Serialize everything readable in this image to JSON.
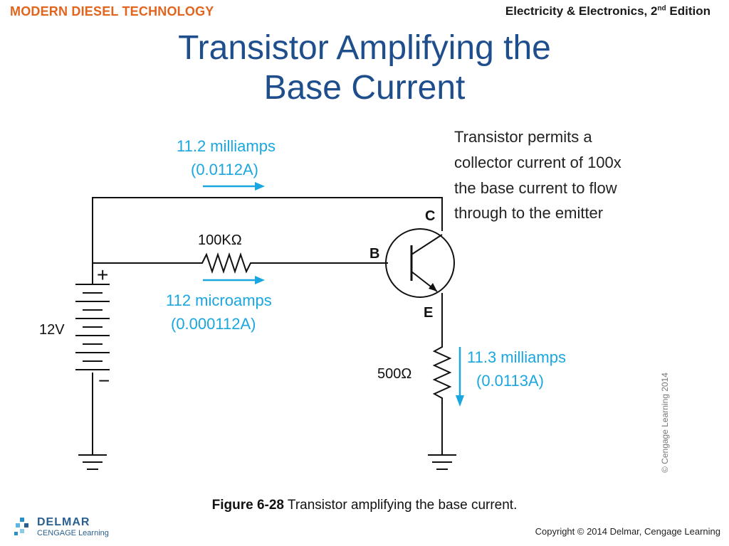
{
  "header": {
    "left": "MODERN DIESEL TECHNOLOGY",
    "right_prefix": "Electricity & Electronics, 2",
    "right_sup": "nd",
    "right_suffix": " Edition"
  },
  "title": {
    "line1": "Transistor Amplifying the",
    "line2": "Base Current"
  },
  "diagram": {
    "collector_current": {
      "label": "11.2 milliamps",
      "value": "(0.0112A)"
    },
    "base_current": {
      "label": "112 microamps",
      "value": "(0.000112A)"
    },
    "emitter_current": {
      "label": "11.3 milliamps",
      "value": "(0.0113A)"
    },
    "base_resistor": "100KΩ",
    "emitter_resistor": "500Ω",
    "battery_voltage": "12V",
    "battery_plus": "+",
    "battery_minus": "−",
    "terminal_collector": "C",
    "terminal_base": "B",
    "terminal_emitter": "E",
    "note_lines": [
      "Transistor permits a",
      "collector current of 100x",
      "the base current to flow",
      "through to the emitter"
    ],
    "image_credit": "© Cengage Learning 2014",
    "wire_color": "#111111",
    "arrow_color": "#1aa7df",
    "label_color": "#1aa7df"
  },
  "caption": {
    "figure": "Figure 6-28",
    "text": " Transistor amplifying the base current."
  },
  "footer": {
    "logo_name": "DELMAR",
    "logo_sub": "CENGAGE Learning",
    "copyright": "Copyright © 2014 Delmar, Cengage Learning"
  }
}
